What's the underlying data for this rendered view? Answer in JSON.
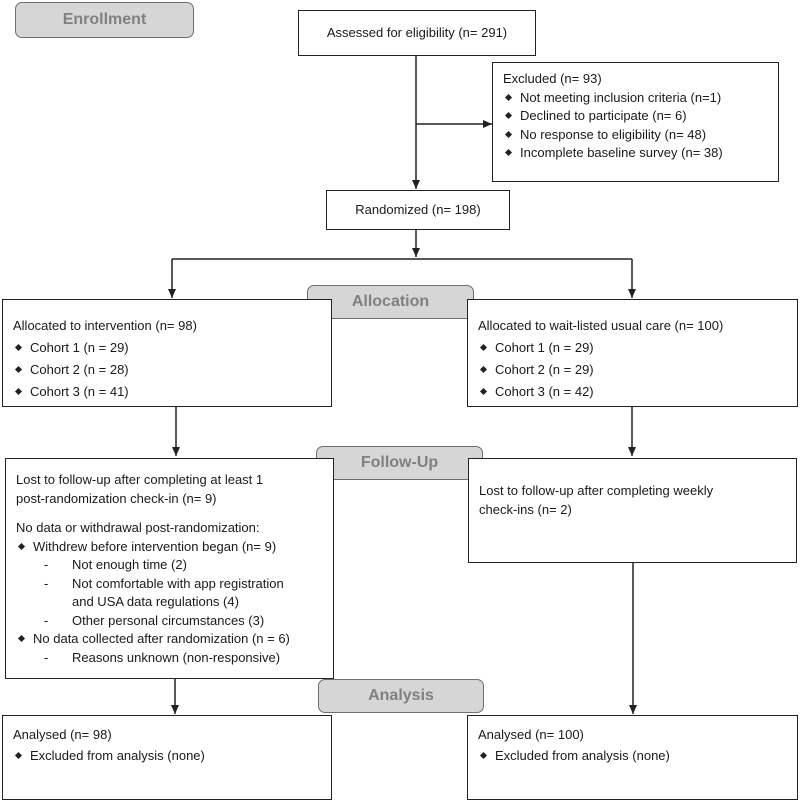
{
  "stages": {
    "enrollment": "Enrollment",
    "allocation": "Allocation",
    "followup": "Follow-Up",
    "analysis": "Analysis"
  },
  "assessed": "Assessed for eligibility (n= 291)",
  "excluded": {
    "title": "Excluded (n= 93)",
    "items": [
      "Not meeting inclusion criteria (n=1)",
      "Declined to participate (n= 6)",
      "No response to eligibility (n= 48)",
      "Incomplete baseline survey (n= 38)"
    ]
  },
  "randomized": "Randomized (n= 198)",
  "alloc_left": {
    "title": "Allocated to intervention (n= 98)",
    "items": [
      "Cohort 1 (n = 29)",
      "Cohort 2 (n = 28)",
      "Cohort 3 (n = 41)"
    ]
  },
  "alloc_right": {
    "title": "Allocated to wait-listed usual care (n= 100)",
    "items": [
      "Cohort 1 (n = 29)",
      "Cohort 2 (n = 29)",
      "Cohort 3 (n = 42)"
    ]
  },
  "followup_left": {
    "lost_line1": "Lost to follow-up after completing at least 1",
    "lost_line2": "post-randomization check-in (n= 9)",
    "nodata_title": "No data or withdrawal post-randomization:",
    "withdrew": "Withdrew before intervention began (n= 9)",
    "reasons": [
      "Not enough time (2)",
      "Not comfortable with app registration",
      "and USA data regulations (4)",
      "Other personal circumstances (3)"
    ],
    "nodata_after": "No data collected after randomization (n = 6)",
    "unknown": "Reasons unknown (non-responsive)",
    "dash": "-"
  },
  "followup_right": {
    "line1": "Lost to follow-up after completing weekly",
    "line2": "check-ins (n= 2)"
  },
  "analysis_left": {
    "title": "Analysed (n= 98)",
    "item": "Excluded from analysis (none)"
  },
  "analysis_right": {
    "title": "Analysed (n= 100)",
    "item": "Excluded from analysis (none)"
  }
}
